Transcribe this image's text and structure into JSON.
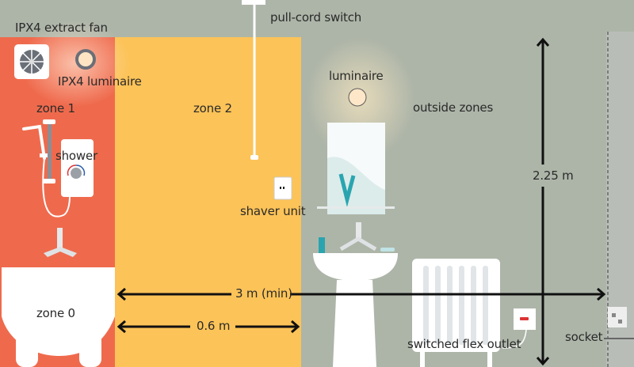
{
  "labels": {
    "extract_fan": "IPX4 extract fan",
    "ipx4_luminaire": "IPX4 luminaire",
    "pull_cord": "pull-cord switch",
    "luminaire": "luminaire",
    "outside_zones": "outside zones",
    "zone1": "zone 1",
    "zone2": "zone 2",
    "zone0": "zone 0",
    "shower": "shower",
    "shaver_unit": "shaver unit",
    "switched_flex_outlet": "switched flex outlet",
    "socket": "socket"
  },
  "dimensions": {
    "width_min": "3 m (min)",
    "zone2_width": "0.6 m",
    "height": "2.25 m"
  },
  "colors": {
    "wall": "#adb5a8",
    "zone1": "#ef6a4d",
    "zone2": "#fcc358",
    "arrow": "#111111",
    "fixture": "#ffffff",
    "accent_teal": "#2aa5b0"
  }
}
